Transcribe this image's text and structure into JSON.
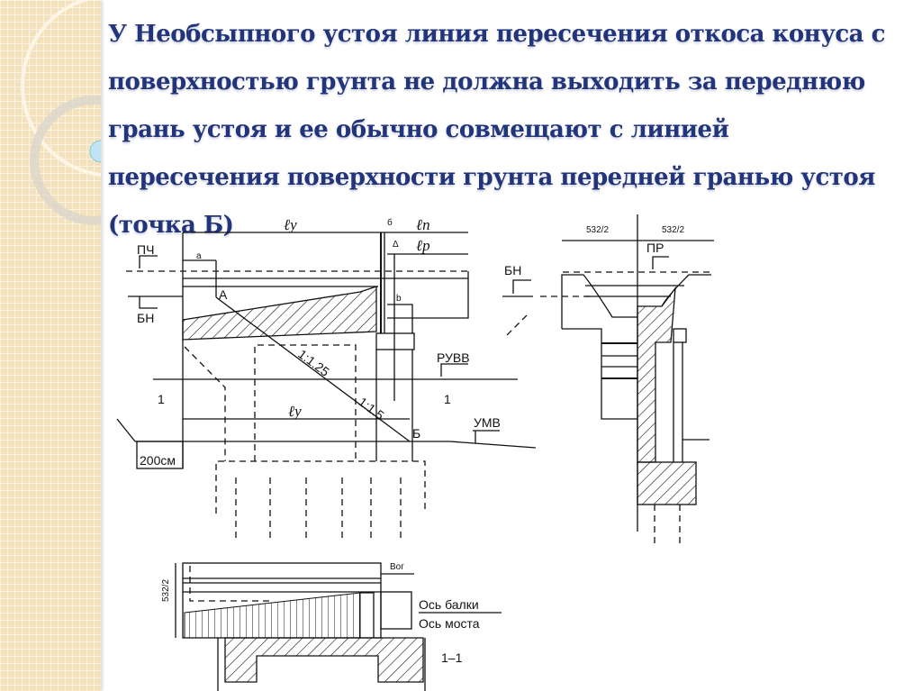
{
  "slide": {
    "title": "У Необсыпного устоя линия пересечения откоса конуса с поверхностью грунта не должна выходить за переднюю грань устоя и ее обычно совмещают с линией пересечения поверхности грунта передней гранью устоя (точка Б)"
  },
  "drawing": {
    "elevation": {
      "l_y_top": "ℓy",
      "delta_small": "б",
      "l_n": "ℓп",
      "delta": "Δ",
      "l_p": "ℓр",
      "a": "a",
      "b": "b",
      "pch": "ПЧ",
      "bn_left": "БН",
      "bn_right": "БН",
      "point_a": "А",
      "point_b": "Б",
      "slope1": "1:1.25",
      "slope2": "1:1.5",
      "ruvv": "РУВВ",
      "section_left": "1",
      "section_right": "1",
      "l_y_bottom": "ℓy",
      "umv": "УМВ",
      "depth": "200см"
    },
    "cross_section": {
      "dim_left": "532/2",
      "dim_right": "532/2",
      "pr": "ПР"
    },
    "plan": {
      "dim_side": "532/2",
      "vog": "Вог",
      "beam_axis": "Ось балки",
      "bridge_axis": "Ось моста",
      "section": "1–1"
    }
  }
}
